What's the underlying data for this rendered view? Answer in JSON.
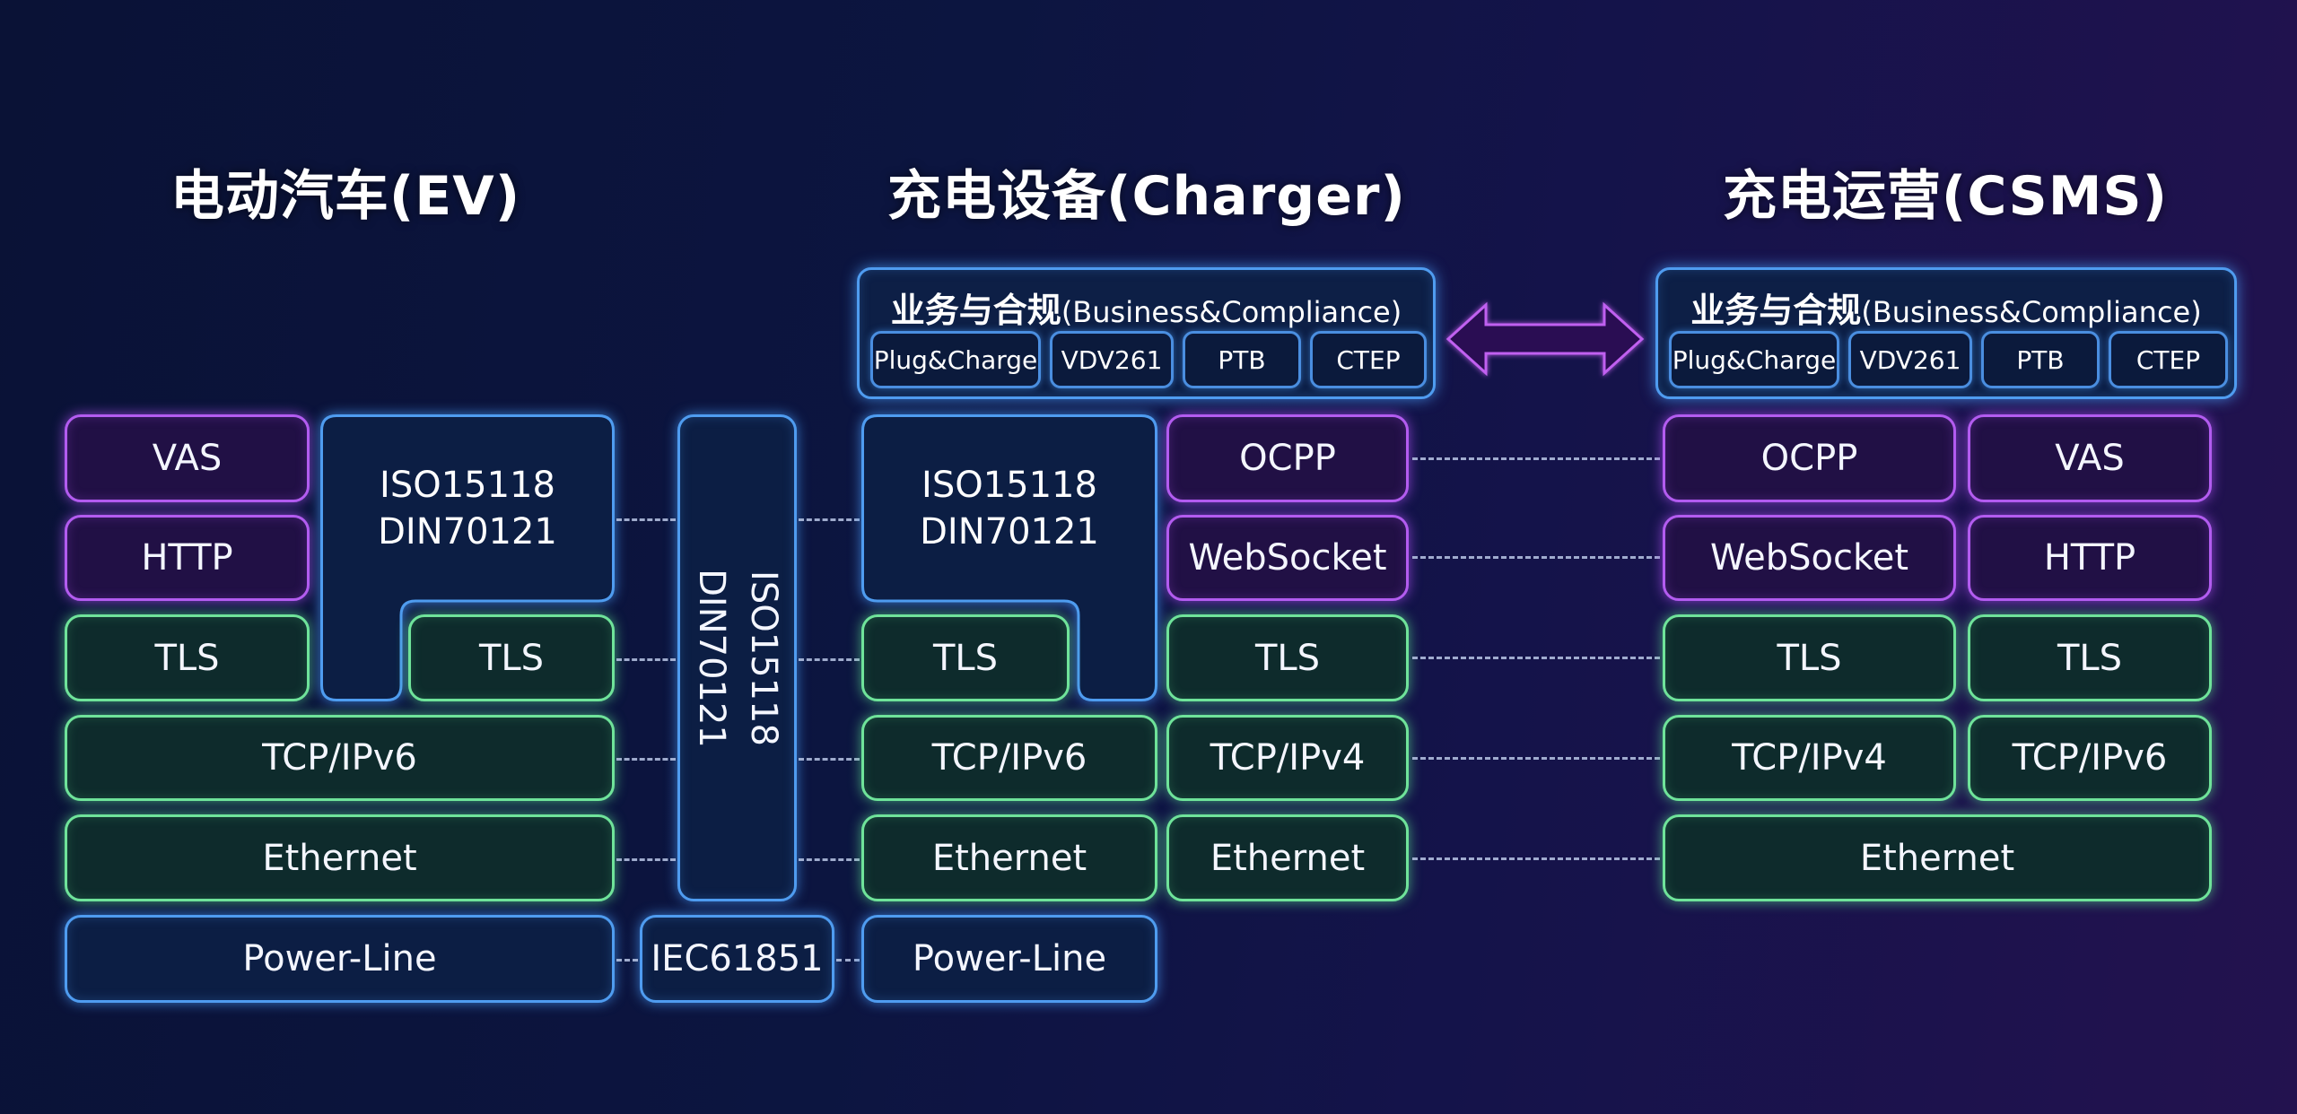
{
  "columns": {
    "ev": {
      "title": "电动汽车(EV)",
      "vas": "VAS",
      "http": "HTTP",
      "tls_left": "TLS",
      "tls_right": "TLS",
      "iso_line1": "ISO15118",
      "iso_line2": "DIN70121",
      "tcp": "TCP/IPv6",
      "ethernet": "Ethernet",
      "powerline": "Power-Line"
    },
    "link": {
      "iso_line1": "ISO15118",
      "iso_line2": "DIN70121",
      "iec": "IEC61851"
    },
    "charger": {
      "title": "充电设备(Charger)",
      "business": {
        "title_cn": "业务与合规",
        "title_en": "(Business&Compliance)",
        "items": [
          "Plug&Charge",
          "VDV261",
          "PTB",
          "CTEP"
        ]
      },
      "iso_line1": "ISO15118",
      "iso_line2": "DIN70121",
      "tls_iso": "TLS",
      "tcp_iso": "TCP/IPv6",
      "ethernet_iso": "Ethernet",
      "powerline": "Power-Line",
      "ocpp": "OCPP",
      "websocket": "WebSocket",
      "tls_ocpp": "TLS",
      "tcp_ocpp": "TCP/IPv4",
      "ethernet_ocpp": "Ethernet"
    },
    "csms": {
      "title": "充电运营(CSMS)",
      "business": {
        "title_cn": "业务与合规",
        "title_en": "(Business&Compliance)",
        "items": [
          "Plug&Charge",
          "VDV261",
          "PTB",
          "CTEP"
        ]
      },
      "ocpp": "OCPP",
      "websocket": "WebSocket",
      "tls1": "TLS",
      "tcp1": "TCP/IPv4",
      "vas": "VAS",
      "http": "HTTP",
      "tls2": "TLS",
      "tcp2": "TCP/IPv6",
      "ethernet": "Ethernet"
    }
  },
  "colors": {
    "application_layer": "#b35cf0",
    "transport_layer": "#6fe39a",
    "protocol_layer": "#4f9cf0",
    "arrow": "#c060f0"
  },
  "icons": {
    "bidirectional_arrow": "double-arrow-icon"
  }
}
